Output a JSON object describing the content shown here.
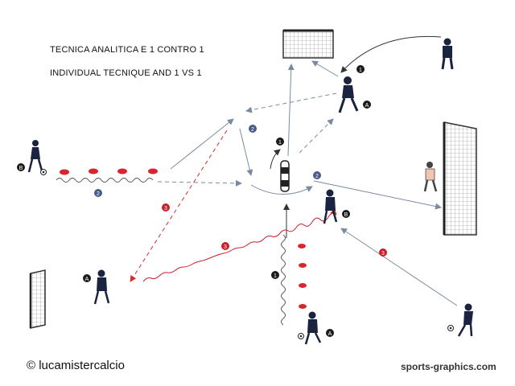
{
  "titles": {
    "italian": "TECNICA ANALITICA E 1 CONTRO 1",
    "english": "INDIVIDUAL TECNIQUE AND 1 VS 1"
  },
  "footer": {
    "copyright": "© lucamistercalcio",
    "site": "sports-graphics.com"
  },
  "markers": {
    "one": "1",
    "two": "2",
    "three": "3",
    "A": "A",
    "B": "B",
    "ball": "⚽"
  },
  "colors": {
    "navy_marker": "#4a5a8a",
    "red_marker": "#c8202a",
    "cone": "#d8262e",
    "arrow": "#7a8aa0",
    "red_line": "#d23030"
  }
}
